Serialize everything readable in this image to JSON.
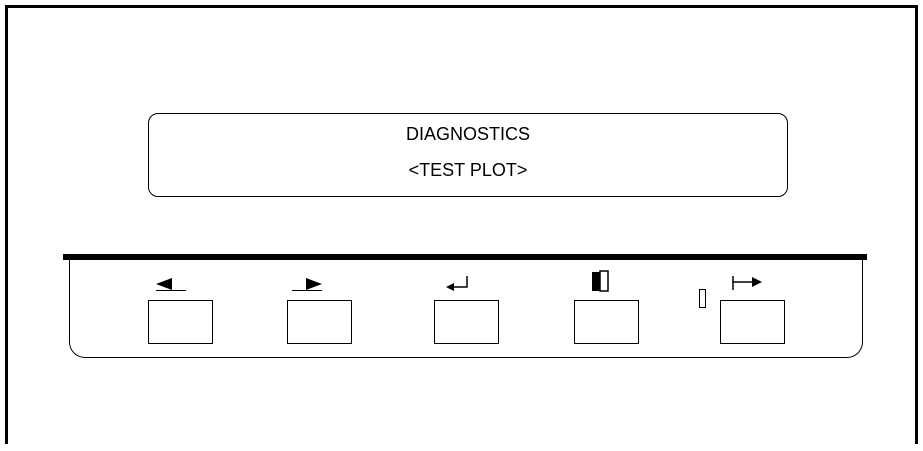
{
  "display": {
    "line1": "DIAGNOSTICS",
    "line2": "<TEST PLOT>"
  },
  "keys": [
    {
      "name": "left-arrow-key",
      "icon": "left-arrow-icon"
    },
    {
      "name": "right-arrow-key",
      "icon": "right-arrow-icon"
    },
    {
      "name": "enter-key",
      "icon": "enter-icon"
    },
    {
      "name": "paper-key",
      "icon": "paper-icon"
    },
    {
      "name": "online-key",
      "icon": "online-arrow-icon"
    }
  ],
  "indicators": {
    "online_led": "led-indicator"
  },
  "colors": {
    "ink": "#000000",
    "background": "#ffffff"
  }
}
